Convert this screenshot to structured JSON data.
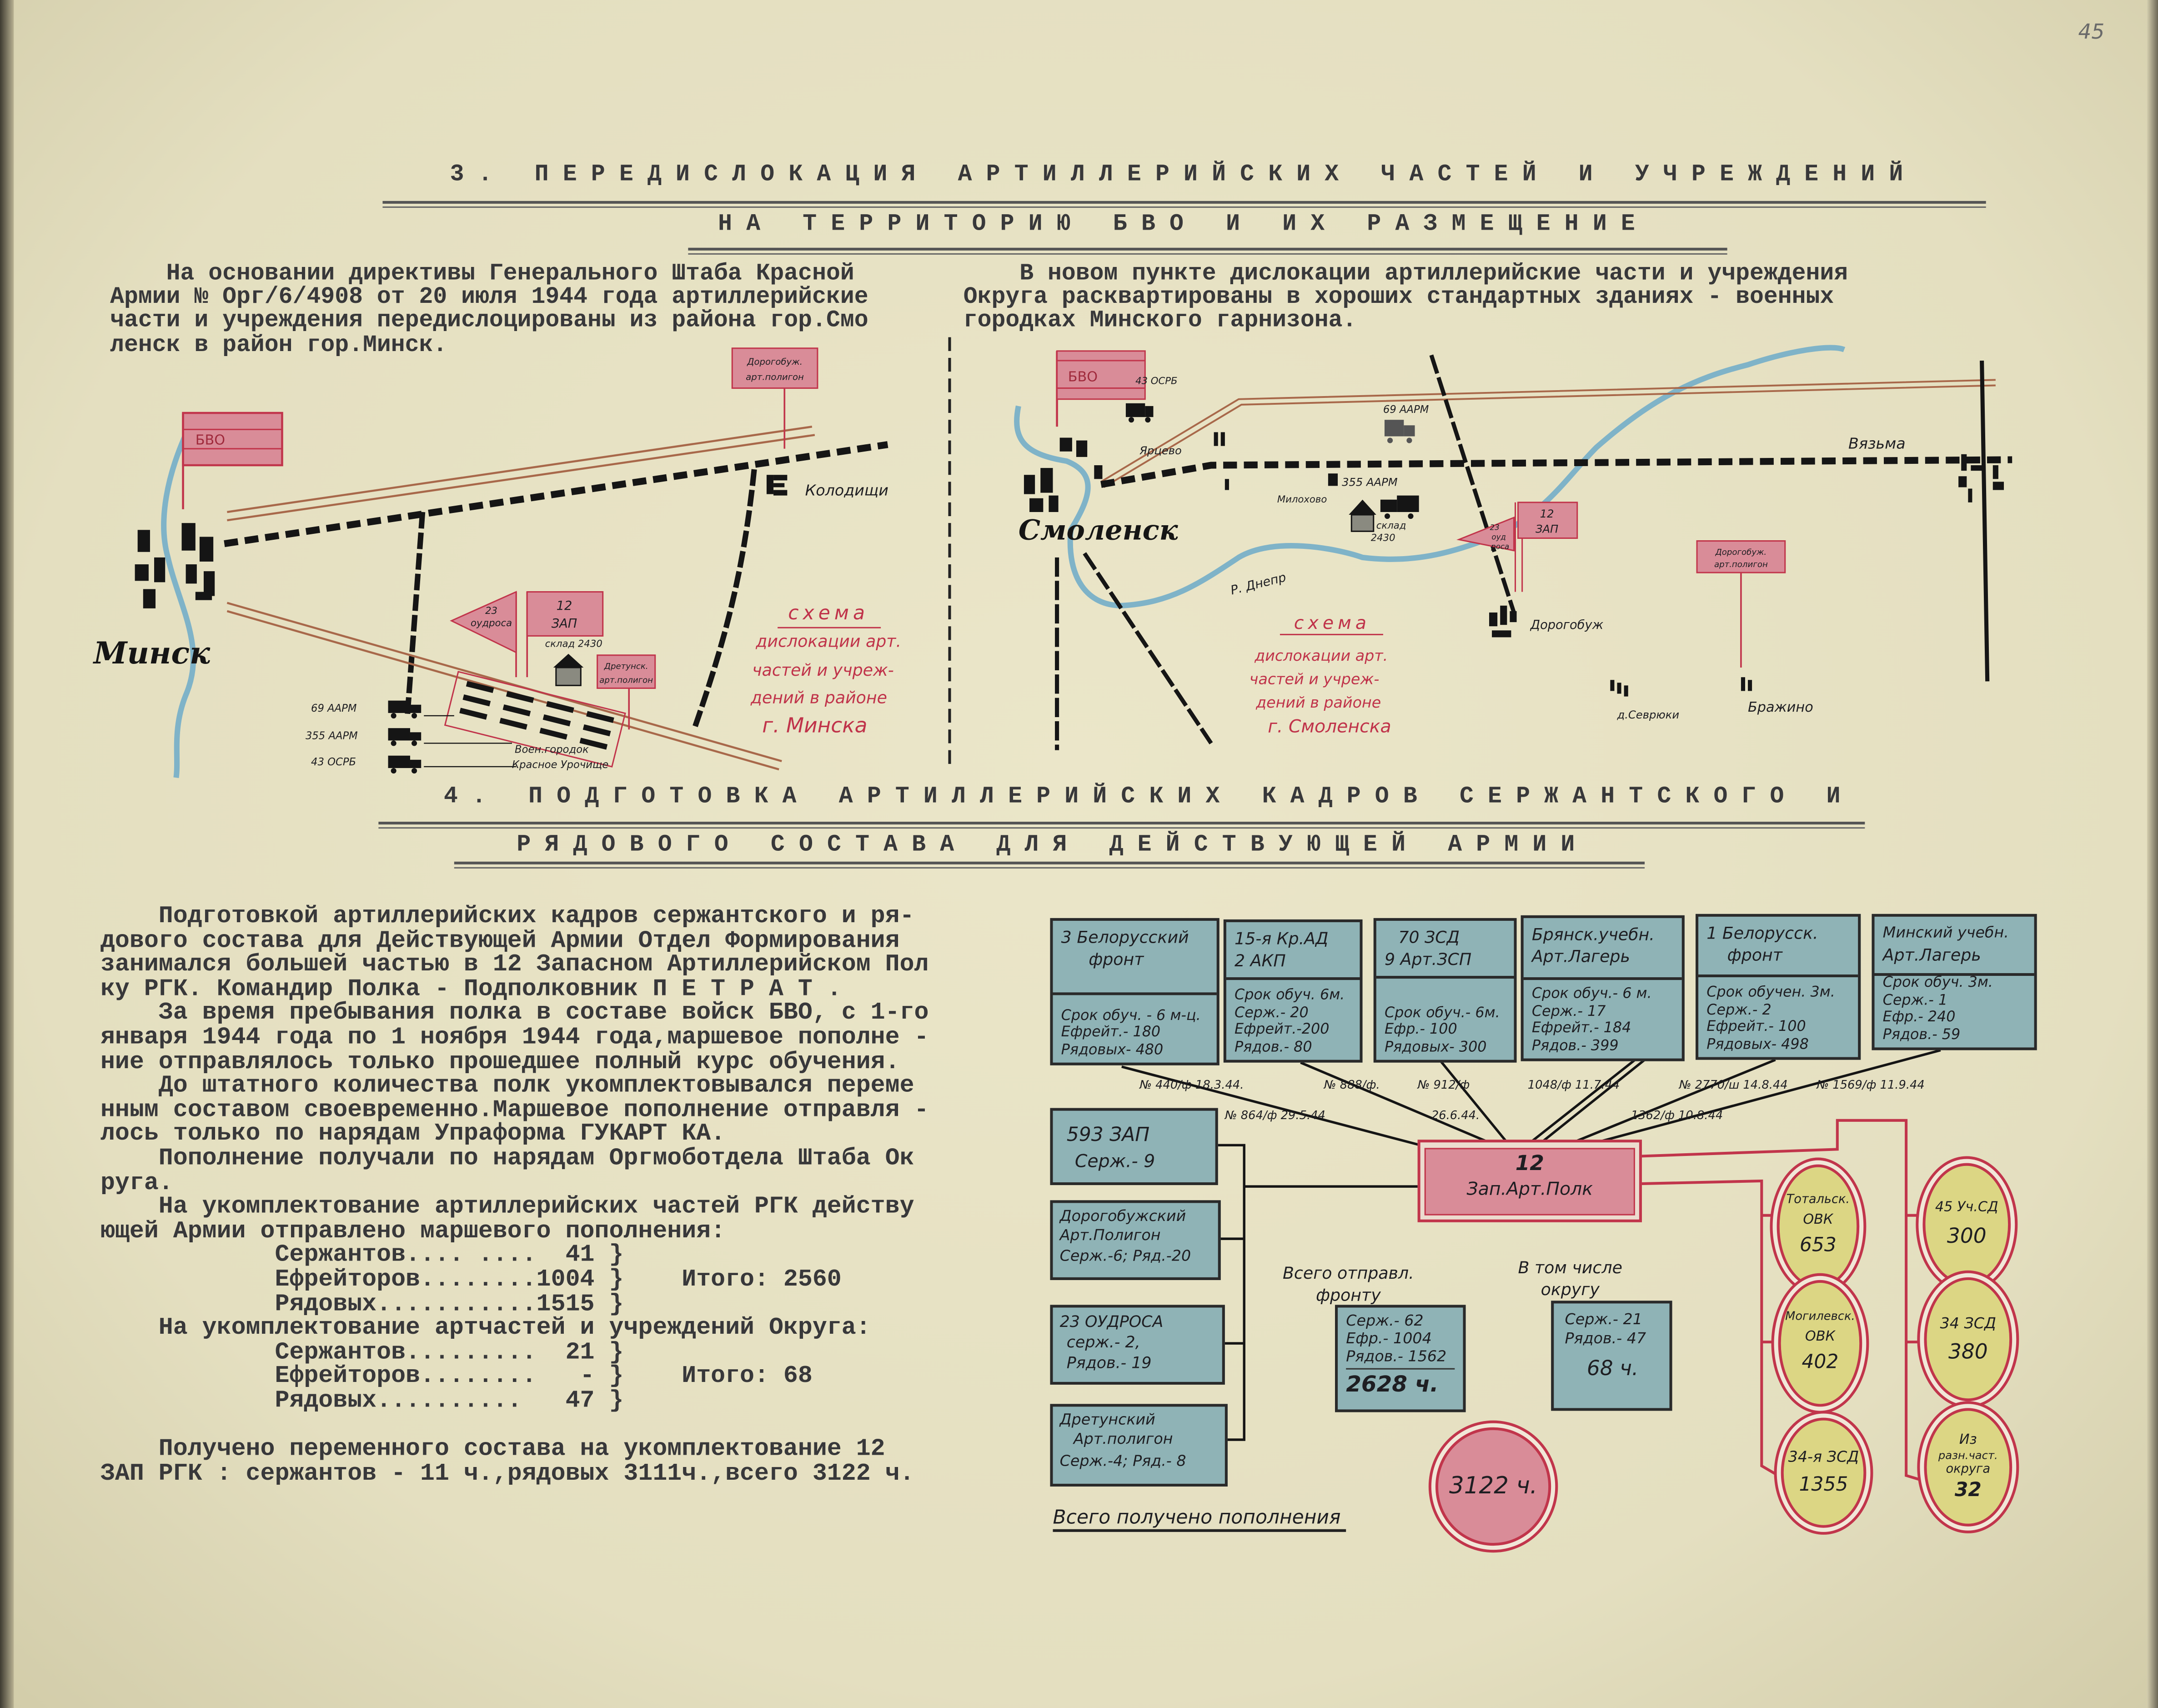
{
  "page_number": "45",
  "section3": {
    "heading_line1": "3. ПЕРЕДИСЛОКАЦИЯ АРТИЛЛЕРИЙСКИХ ЧАСТЕЙ И УЧРЕЖДЕНИЙ",
    "heading_line2": "НА ТЕРРИТОРИЮ БВО И ИХ РАЗМЕЩЕНИЕ",
    "left_paragraph": [
      "    На основании директивы Генерального Штаба Красной",
      "Армии № Орг/6/4908 от 20 июля 1944 года артиллерийские",
      "части и учреждения передислоцированы из района гор.Смо",
      "ленск в район гор.Минск."
    ],
    "right_paragraph": [
      "    В новом пункте дислокации артиллерийские части и учреждения",
      "Округа расквартированы в хороших стандартных зданиях - военных",
      "городках Минского гарнизона."
    ]
  },
  "minsk_map": {
    "city": "Минск",
    "hq_flag": "БВО",
    "kolodishchi": "Колодищи",
    "dorogobuzh_range_flag": [
      "Дорогобуж.",
      "арт.полигон"
    ],
    "flag_23": [
      "23",
      "оудроса"
    ],
    "flag_12": [
      "12",
      "ЗАП"
    ],
    "depot": "склад 2430",
    "dretun_flag": [
      "Дретунск.",
      "арт.полигон"
    ],
    "units": [
      "69 ААРМ",
      "355 ААРМ",
      "43 ОСРБ"
    ],
    "camp": [
      "Воен.городок",
      "Красное Урочище"
    ],
    "legend": [
      "схема",
      "дислокации арт.",
      "частей и учреж-",
      "дений в районе",
      "г. Минска"
    ]
  },
  "smolensk_map": {
    "city": "Смоленск",
    "hq_flag": "БВО",
    "unit_43": "43 ОСРБ",
    "yartsevo": "Ярцево",
    "unit_69": "69 ААРМ",
    "unit_355": "355 ААРМ",
    "milokhovo": "Милохово",
    "depot": [
      "склад",
      "2430"
    ],
    "flag_12": [
      "12",
      "ЗАП"
    ],
    "flag_23": [
      "23",
      "оуд",
      "роса"
    ],
    "river": "Р. Днепр",
    "vyazma": "Вязьма",
    "dorogobuzh": "Дорогобуж",
    "range_flag": [
      "Дорогобуж.",
      "арт.полигон"
    ],
    "sevryuki": "д.Севрюки",
    "brazhino": "Бражино",
    "legend": [
      "схема",
      "дислокации арт.",
      "частей и учреж-",
      "дений в районе",
      "г. Смоленска"
    ]
  },
  "section4": {
    "heading_line1": "4. ПОДГОТОВКА АРТИЛЛЕРИЙСКИХ КАДРОВ СЕРЖАНТСКОГО И",
    "heading_line2": "РЯДОВОГО СОСТАВА ДЛЯ ДЕЙСТВУЮЩЕЙ АРМИИ",
    "body": [
      "    Подготовкой артиллерийских кадров сержантского и ря-",
      "дового состава для Действующей Армии Отдел Формирования",
      "занимался большей частью в 12 Запасном Артиллерийском Пол",
      "ку РГК. Командир Полка - Подполковник П Е Т Р А Т .",
      "    За время пребывания полка в составе войск БВО, с 1-го",
      "января 1944 года по 1 ноября 1944 года,маршевое пополне -",
      "ние отправлялось только прошедшее полный курс обучения.",
      "    До штатного количества полк укомплектовывался переме",
      "нным составом своевременно.Маршевое пополнение отправля -",
      "лось только по нарядам Упраформа ГУКАРТ КА.",
      "    Пополнение получали по нарядам Оргмоботдела Штаба Ок",
      "руга.",
      "    На укомплектование артиллерийских частей РГК действу",
      "ющей Армии отправлено маршевого пополнения:",
      "            Сержантов.... ....  41 }",
      "            Ефрейторов........1004 }    Итого: 2560",
      "            Рядовых...........1515 }",
      "    На укомплектование артчастей и учреждений Округа:",
      "            Сержантов.........  21 }",
      "            Ефрейторов........   - }    Итого: 68",
      "            Рядовых..........   47 }",
      "",
      "    Получено переменного состава на укомплектование 12",
      "ЗАП РГК : сержантов - 11 ч.,рядовых 3111ч.,всего 3122 ч."
    ]
  },
  "diagram": {
    "sources": [
      {
        "name": [
          "3 Белорусский",
          "фронт"
        ],
        "stats": [
          "Срок обуч. - 6 м-ц.",
          "Ефрейт.- 180",
          "Рядовых- 480"
        ]
      },
      {
        "name": [
          "15-я Кр.АД",
          "2 АКП"
        ],
        "stats": [
          "Срок обуч. 6м.",
          "Серж.- 20",
          "Ефрейт.-200",
          "Рядов.- 80"
        ]
      },
      {
        "name": [
          "70 ЗСД",
          "9 Арт.ЗСП"
        ],
        "stats": [
          "Срок обуч.- 6м.",
          "Ефр.- 100",
          "Рядовых- 300"
        ]
      },
      {
        "name": [
          "Брянск.учебн.",
          "Арт.Лагерь"
        ],
        "stats": [
          "Срок обуч.- 6 м.",
          "Серж.- 17",
          "Ефрейт.- 184",
          "Рядов.- 399"
        ]
      },
      {
        "name": [
          "1 Белорусск.",
          "фронт"
        ],
        "stats": [
          "Срок обучен. 3м.",
          "Серж.- 2",
          "Ефрейт.- 100",
          "Рядовых- 498"
        ]
      },
      {
        "name": [
          "Минский учебн.",
          "Арт.Лагерь"
        ],
        "stats": [
          "Срок обуч. 3м.",
          "Серж.- 1",
          "Ефр.- 240",
          "Рядов.- 59"
        ]
      }
    ],
    "orders": [
      "№ 440/ф 18.3.44.",
      "№ 864/ф 29.5.44",
      "№ 888/ф.",
      "№ 912/ф",
      "26.6.44.",
      "1048/ф 11.7.44",
      "1362/ф 10.8.44",
      "№ 2770/ш 14.8.44",
      "№ 1569/ф 11.9.44"
    ],
    "side_units": [
      {
        "name": [
          "593 ЗАП"
        ],
        "stats": [
          "Серж.- 9"
        ]
      },
      {
        "name": [
          "Дорогобужский",
          "Арт.Полигон"
        ],
        "stats": [
          "Серж.-6; Ряд.-20"
        ]
      },
      {
        "name": [
          "23 ОУДРОСА"
        ],
        "stats": [
          "серж.- 2,",
          "Рядов.- 19"
        ]
      },
      {
        "name": [
          "Дретунский",
          "Арт.полигон"
        ],
        "stats": [
          "Серж.-4; Ряд.- 8"
        ]
      }
    ],
    "center": [
      "12",
      "Зап.Арт.Полк"
    ],
    "to_front": {
      "label": [
        "Всего отправл.",
        "фронту"
      ],
      "lines": [
        "Серж.- 62",
        "Ефр.- 1004",
        "Рядов.- 1562"
      ],
      "total": "2628 ч."
    },
    "to_district": {
      "label": [
        "В том числе",
        "округу"
      ],
      "lines": [
        "Серж.- 21",
        "Рядов.- 47"
      ],
      "total": "68 ч."
    },
    "received_total": "3122 ч.",
    "received_label": "Всего получено пополнения",
    "receivers": [
      {
        "name": [
          "Тотальск.",
          "ОВК"
        ],
        "value": "653"
      },
      {
        "name": [
          "45 Уч.СД"
        ],
        "value": "300"
      },
      {
        "name": [
          "Могилевск.",
          "ОВК"
        ],
        "value": "402"
      },
      {
        "name": [
          "34 ЗСД"
        ],
        "value": "380"
      },
      {
        "name": [
          "34-я ЗСД"
        ],
        "value": "1355"
      },
      {
        "name": [
          "Из",
          "разн.част.",
          "округа"
        ],
        "value": "32"
      }
    ],
    "colors": {
      "box": "#8fb3b6",
      "center": "#d98c98",
      "circle": "#dcd684",
      "red": "#c1354b"
    }
  }
}
